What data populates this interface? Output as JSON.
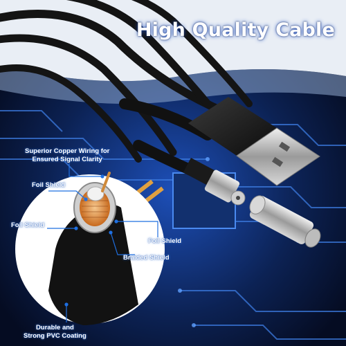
{
  "heading": "High Quality Cable",
  "callouts": {
    "copper_wiring": "Superior Copper Wiring for\nEnsured Signal Clarity",
    "foil_shield_top": "Foil Shield",
    "foil_shield_left": "Foil Shield",
    "foil_shield_right": "Foil Shield",
    "braided_shield": "Braided Shield",
    "pvc_coating": "Durable and\nStrong PVC Coating"
  },
  "colors": {
    "background_dark": "#0a1a3a",
    "circuit_blue": "#2f6fd6",
    "cable_black": "#151515",
    "copper": "#e08a3c",
    "callout_glow": "#3a7ad8"
  }
}
